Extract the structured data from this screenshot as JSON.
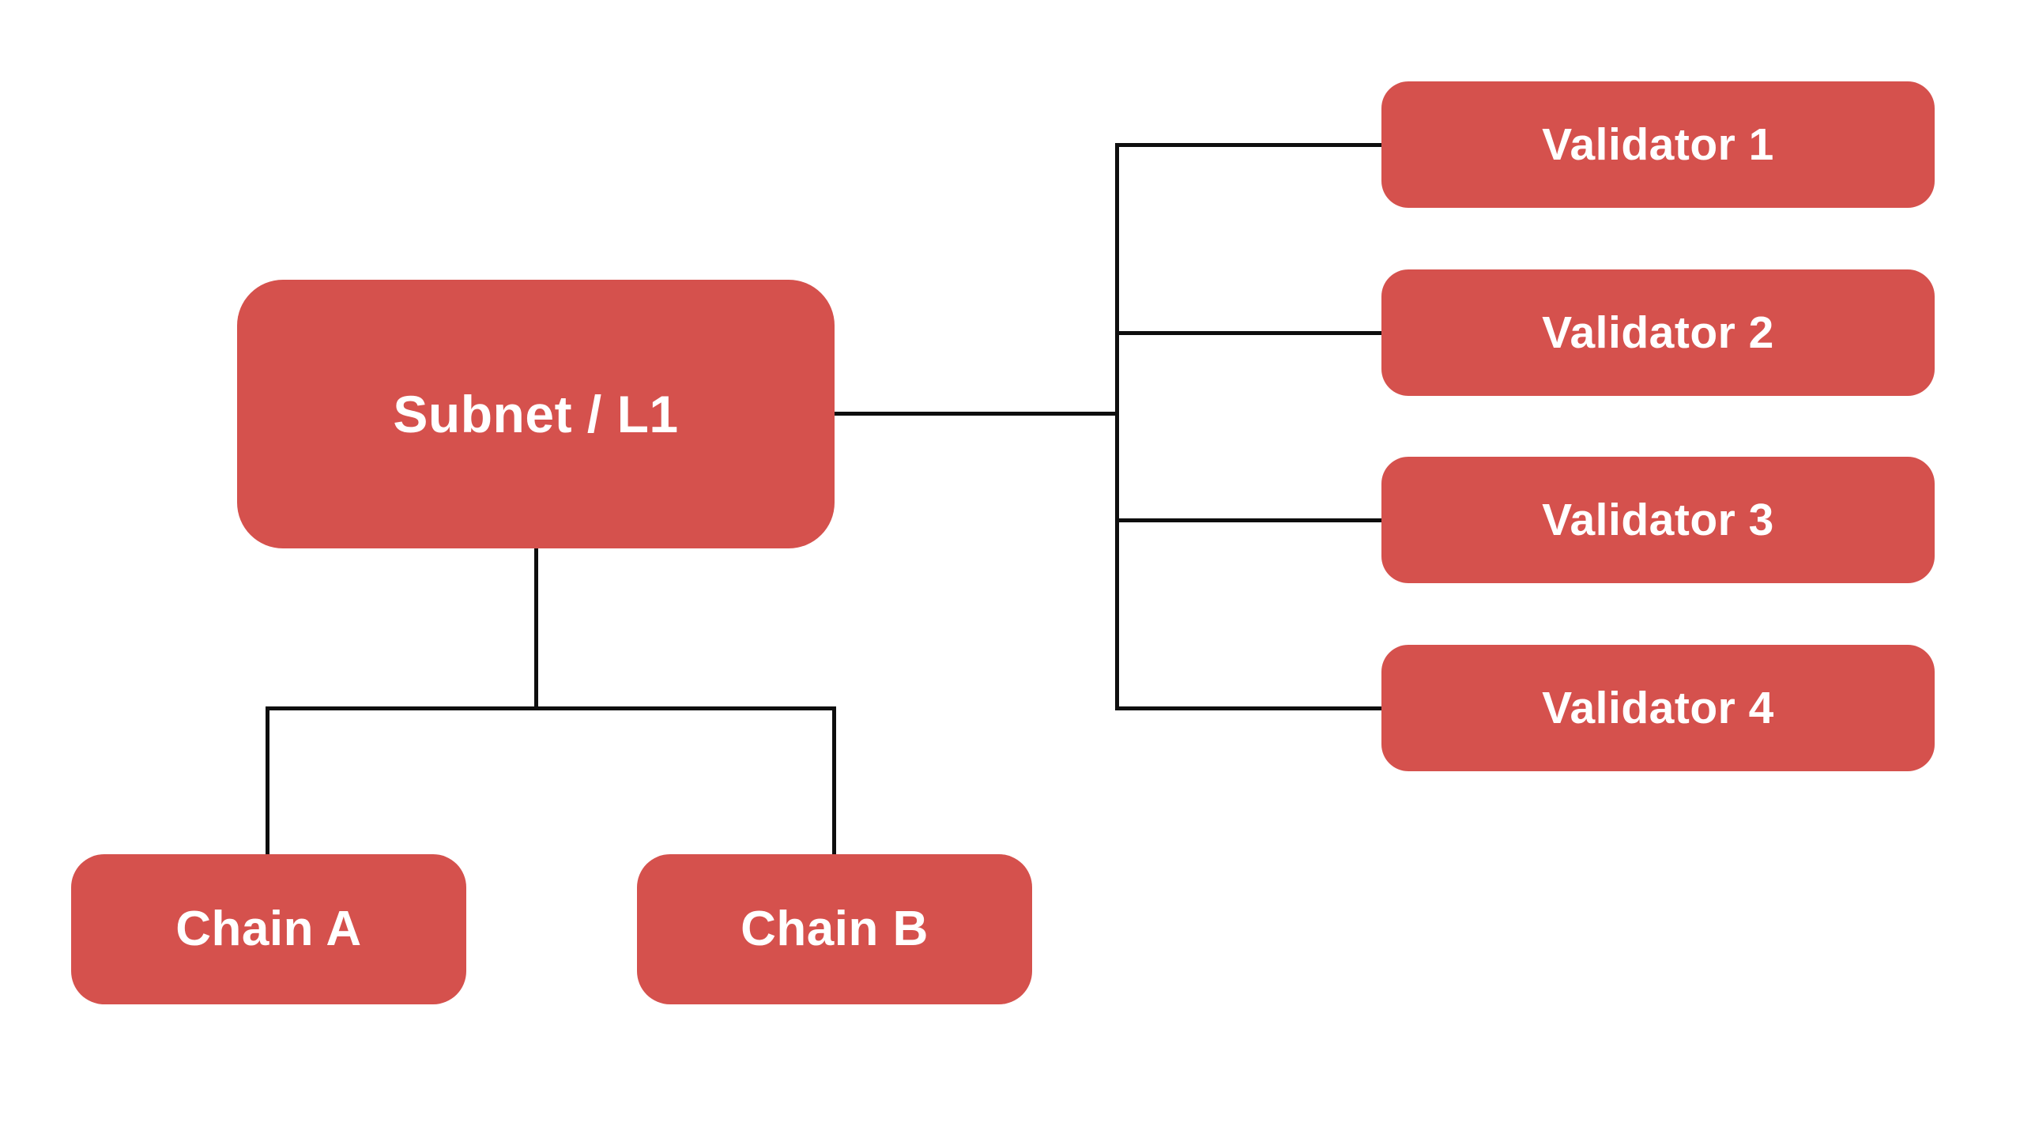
{
  "diagram": {
    "colors": {
      "background": "#ffffff",
      "node_fill": "#d5514d",
      "node_text": "#ffffff",
      "connector": "#0e0e0e"
    },
    "nodes": {
      "subnet": {
        "id": "subnet-l1",
        "label": "Subnet / L1"
      },
      "validators": [
        {
          "id": "validator-1",
          "label": "Validator 1"
        },
        {
          "id": "validator-2",
          "label": "Validator 2"
        },
        {
          "id": "validator-3",
          "label": "Validator 3"
        },
        {
          "id": "validator-4",
          "label": "Validator 4"
        }
      ],
      "chains": [
        {
          "id": "chain-a",
          "label": "Chain A"
        },
        {
          "id": "chain-b",
          "label": "Chain B"
        }
      ]
    },
    "edges": [
      {
        "from": "subnet-l1",
        "to": "validator-1"
      },
      {
        "from": "subnet-l1",
        "to": "validator-2"
      },
      {
        "from": "subnet-l1",
        "to": "validator-3"
      },
      {
        "from": "subnet-l1",
        "to": "validator-4"
      },
      {
        "from": "subnet-l1",
        "to": "chain-a"
      },
      {
        "from": "subnet-l1",
        "to": "chain-b"
      }
    ]
  }
}
